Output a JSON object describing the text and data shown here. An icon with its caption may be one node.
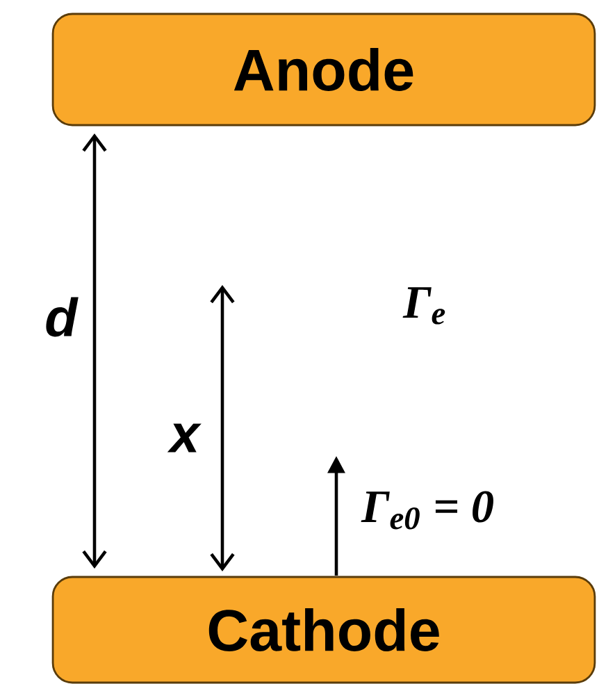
{
  "diagram": {
    "nodes": [
      {
        "text": [
          "Anode"
        ]
      },
      {
        "text": [
          "Cathode"
        ]
      }
    ],
    "edges": [
      {
        "from": 0,
        "to": 1,
        "arrow": "both"
      }
    ],
    "labels": [
      "d",
      "x",
      "Γ$_{e}$",
      "Γ$_{e0}$ = 0"
    ]
  }
}
